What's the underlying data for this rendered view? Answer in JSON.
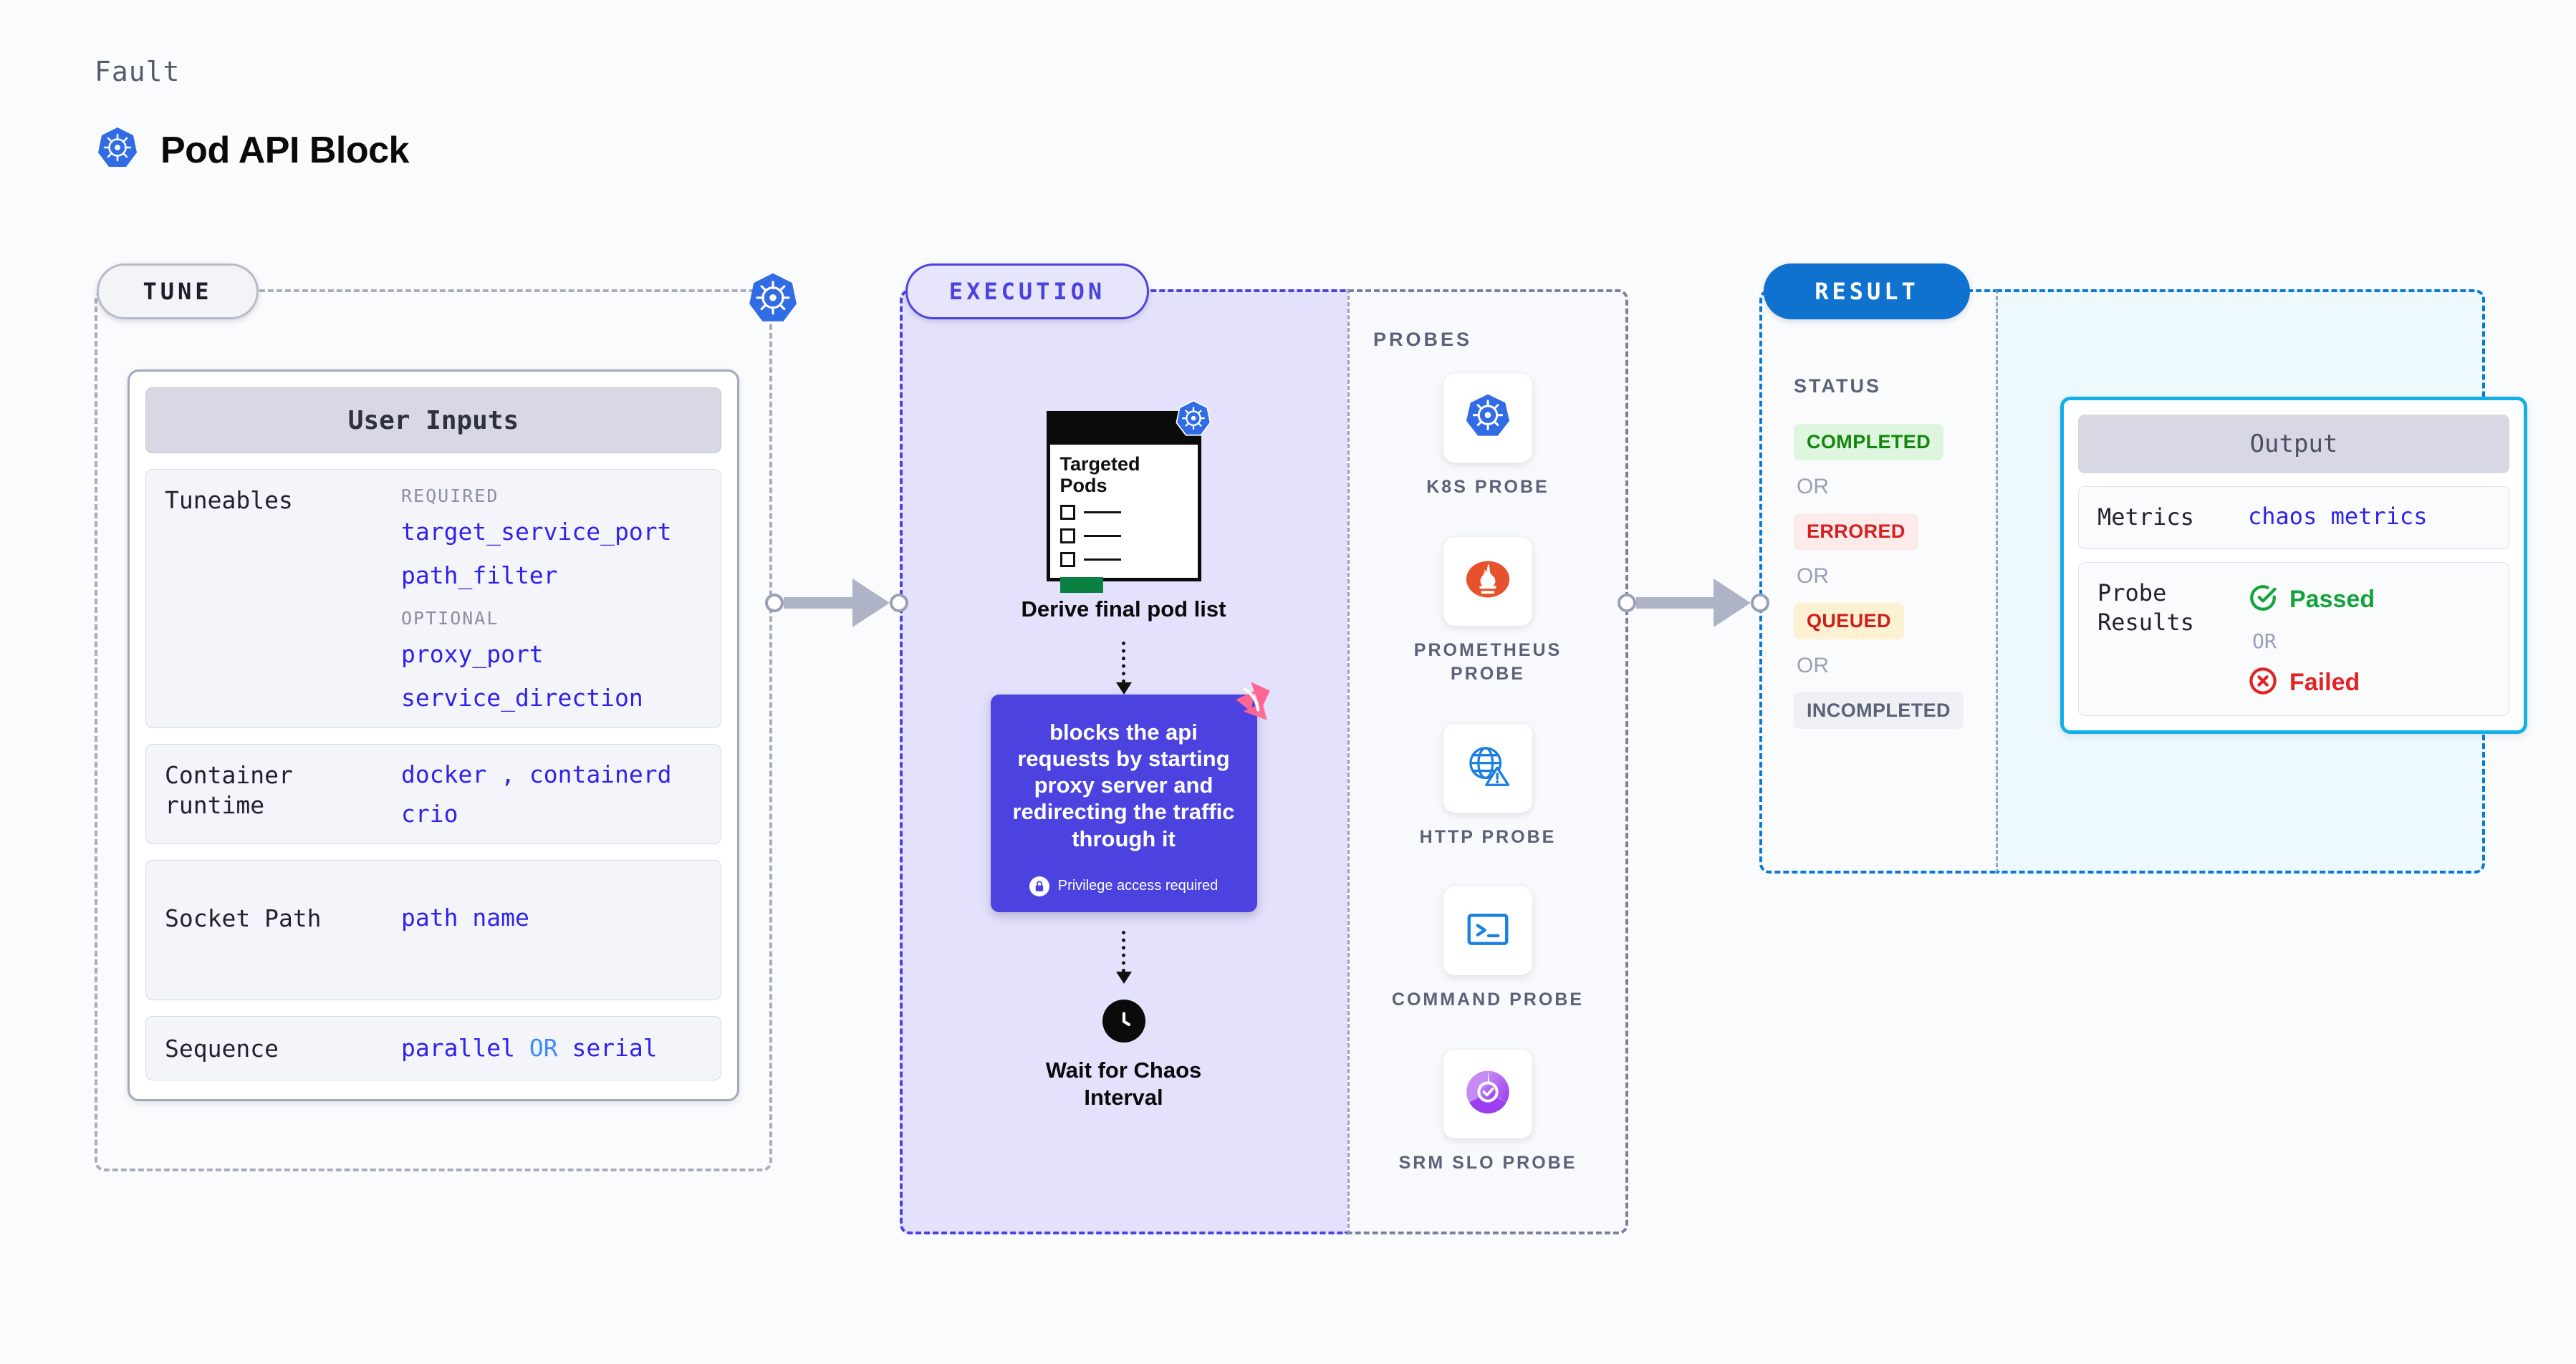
{
  "header": {
    "eyebrow": "Fault",
    "title": "Pod API Block",
    "icon": "kubernetes-icon"
  },
  "stages": {
    "tune_pill": "TUNE",
    "execution_pill": "EXECUTION",
    "result_pill": "RESULT"
  },
  "tune": {
    "card_title": "User Inputs",
    "rows": [
      {
        "label": "Tuneables",
        "required_tag": "REQUIRED",
        "required": [
          "target_service_port",
          "path_filter"
        ],
        "optional_tag": "OPTIONAL",
        "optional": [
          "proxy_port",
          "service_direction"
        ]
      },
      {
        "label": "Container runtime",
        "values_line1": [
          "docker",
          "containerd"
        ],
        "separator": ",",
        "values_line2": [
          "crio"
        ]
      },
      {
        "label": "Socket Path",
        "value": "path name"
      },
      {
        "label": "Sequence",
        "value_a": "parallel",
        "or": "OR",
        "value_b": "serial"
      }
    ]
  },
  "execution": {
    "pods_card": {
      "title_line1": "Targeted",
      "title_line2": "Pods",
      "badge_icon": "kubernetes-icon"
    },
    "derive_caption": "Derive final pod list",
    "action_text": "blocks the api requests by starting proxy server and redirecting the traffic through it",
    "privilege_note": "Privilege access required",
    "privilege_icon": "lock-icon",
    "brand_icon": "litmus-logo-icon",
    "wait_caption_line1": "Wait for Chaos",
    "wait_caption_line2": "Interval",
    "wait_icon": "clock-icon"
  },
  "probes": {
    "title": "PROBES",
    "items": [
      {
        "name": "K8S  PROBE",
        "icon": "kubernetes-icon"
      },
      {
        "name": "PROMETHEUS PROBE",
        "icon": "prometheus-icon"
      },
      {
        "name": "HTTP  PROBE",
        "icon": "globe-warning-icon"
      },
      {
        "name": "COMMAND PROBE",
        "icon": "terminal-icon"
      },
      {
        "name": "SRM SLO PROBE",
        "icon": "slo-donut-icon"
      }
    ]
  },
  "result": {
    "status_title": "STATUS",
    "or_label": "OR",
    "statuses": [
      {
        "label": "COMPLETED",
        "style": "completed"
      },
      {
        "label": "ERRORED",
        "style": "errored"
      },
      {
        "label": "QUEUED",
        "style": "queued"
      },
      {
        "label": "INCOMPLETED",
        "style": "incompleted"
      }
    ]
  },
  "output": {
    "card_title": "Output",
    "metrics_label": "Metrics",
    "metrics_value": "chaos metrics",
    "probe_results_label": "Probe Results",
    "passed_label": "Passed",
    "failed_label": "Failed",
    "or_label": "OR",
    "passed_icon": "check-circle-icon",
    "failed_icon": "x-circle-icon"
  },
  "colors": {
    "kubernetes_blue": "#326ce5",
    "execution_purple": "#4b42e0",
    "result_blue": "#0f72cf",
    "output_cyan": "#12b0e8",
    "passed_green": "#14a33a",
    "failed_red": "#e02424",
    "value_purple": "#2f22ea",
    "litmus_pink": "#ff6694"
  }
}
